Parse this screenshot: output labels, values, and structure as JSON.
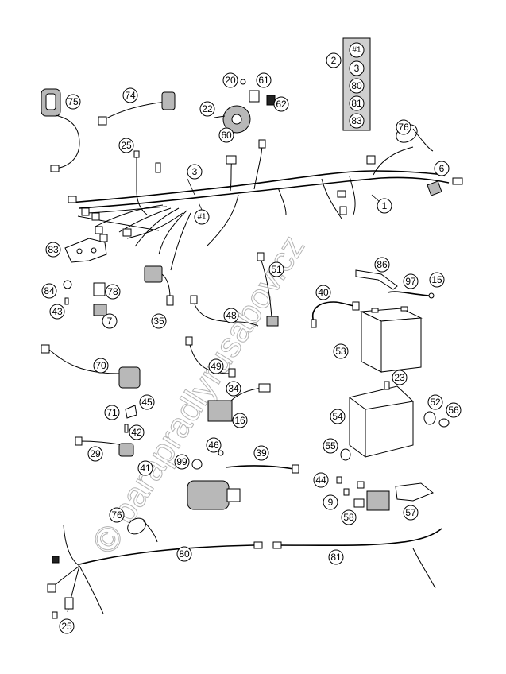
{
  "callouts": {
    "c75": "75",
    "c74": "74",
    "c20": "20",
    "c61": "61",
    "c22": "22",
    "c62": "62",
    "c60": "60",
    "c2": "2",
    "c76a": "76",
    "c25a": "25",
    "c3": "3",
    "c6": "6",
    "c1": "1",
    "c1b": "#1",
    "c83": "83",
    "c84": "84",
    "c78": "78",
    "c43": "43",
    "c7": "7",
    "c35": "35",
    "c51": "51",
    "c48": "48",
    "c40": "40",
    "c86": "86",
    "c97": "97",
    "c15": "15",
    "c53": "53",
    "c70": "70",
    "c49": "49",
    "c34": "34",
    "c23": "23",
    "c45": "45",
    "c71": "71",
    "c16": "16",
    "c52": "52",
    "c56": "56",
    "c54": "54",
    "c42": "42",
    "c29": "29",
    "c46": "46",
    "c39": "39",
    "c55": "55",
    "c41": "41",
    "c99": "99",
    "c44": "44",
    "c9": "9",
    "c58": "58",
    "c57": "57",
    "c76b": "76",
    "c80": "80",
    "c81": "81",
    "c25b": "25"
  },
  "legend_items": [
    "#1",
    "3",
    "80",
    "81",
    "83"
  ],
  "watermark": "© parapradlyrusabov.cz"
}
